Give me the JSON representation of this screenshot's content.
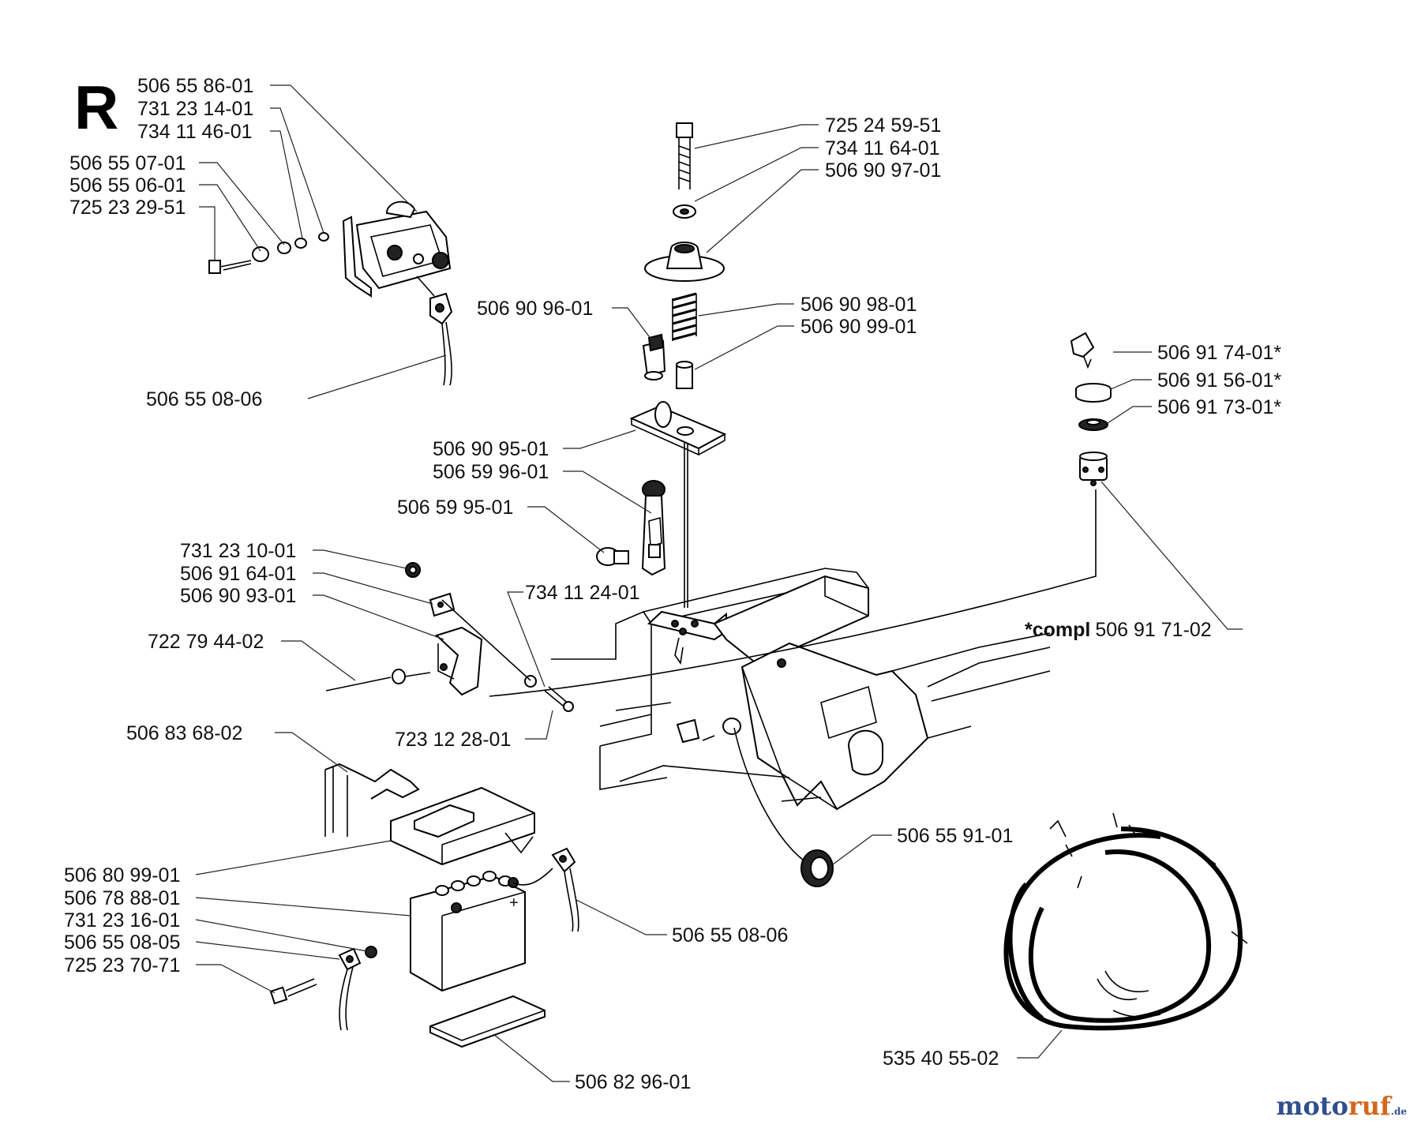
{
  "section_letter": "R",
  "labels": {
    "l01": "506 55 86-01",
    "l02": "731 23 14-01",
    "l03": "734 11 46-01",
    "l04": "506 55 07-01",
    "l05": "506 55 06-01",
    "l06": "725 23 29-51",
    "l07": "506 55 08-06",
    "l08": "725 24 59-51",
    "l09": "734 11 64-01",
    "l10": "506 90 97-01",
    "l11": "506 90 96-01",
    "l12": "506 90 98-01",
    "l13": "506 90 99-01",
    "l14": "506 91 74-01*",
    "l15": "506 91 56-01*",
    "l16": "506 91 73-01*",
    "l17": "506 90 95-01",
    "l18": "506 59 96-01",
    "l19": "506 59 95-01",
    "l20": "731 23 10-01",
    "l21": "506 91 64-01",
    "l22": "506 90 93-01",
    "l23": "734 11 24-01",
    "l24_prefix": "*compl",
    "l24": "506 91 71-02",
    "l25": "722 79 44-02",
    "l26": "723 12 28-01",
    "l27": "506 83 68-02",
    "l28": "506 55 91-01",
    "l29": "506 80 99-01",
    "l30": "506 78 88-01",
    "l31": "731 23 16-01",
    "l32": "506 55 08-05",
    "l33": "725 23 70-71",
    "l34": "506 55 08-06",
    "l35": "535 40 55-02",
    "l36": "506 82 96-01"
  },
  "watermark": {
    "part1": "moto",
    "part2": "ruf",
    "suffix": ".de"
  }
}
